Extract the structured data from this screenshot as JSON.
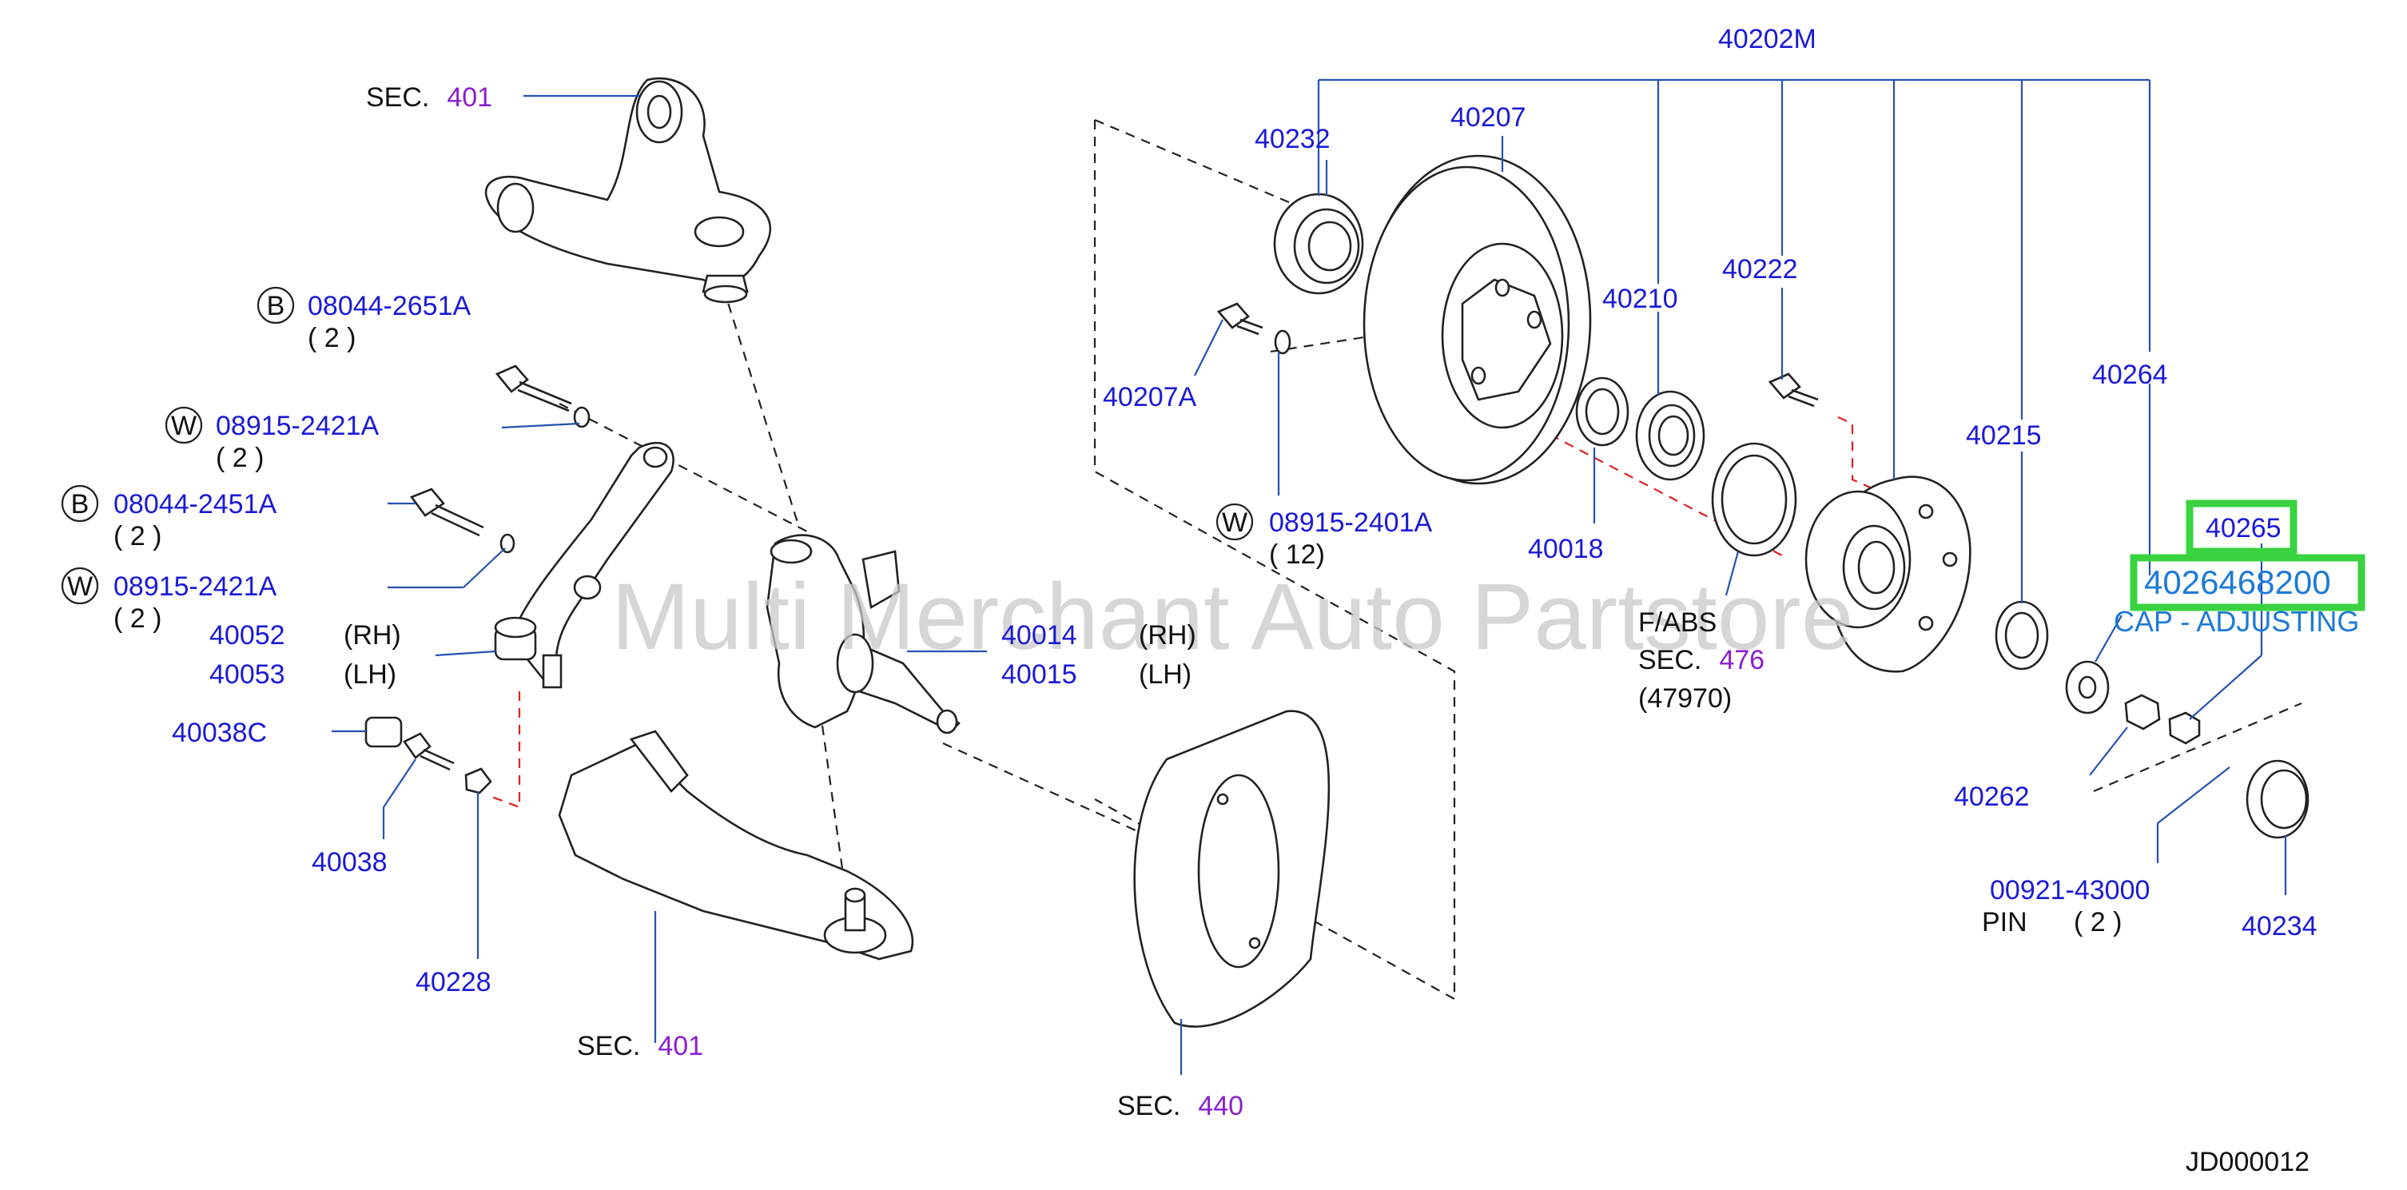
{
  "watermark": "Multi Merchant Auto Partstore",
  "diagram_id": "JD000012",
  "labels": {
    "sec_401_top": {
      "prefix": "SEC.",
      "num": "401"
    },
    "sec_401_bottom": {
      "prefix": "SEC.",
      "num": "401"
    },
    "sec_440": {
      "prefix": "SEC.",
      "num": "440"
    },
    "sec_476": {
      "line1": "F/ABS",
      "prefix": "SEC.",
      "num": "476",
      "sub": "(47970)"
    },
    "bolt_08044_2651A": {
      "badge": "B",
      "code": "08044-2651A",
      "qty": "( 2 )"
    },
    "washer_08915_2421A_a": {
      "badge": "W",
      "code": "08915-2421A",
      "qty": "( 2 )"
    },
    "bolt_08044_2451A": {
      "badge": "B",
      "code": "08044-2451A",
      "qty": "( 2 )"
    },
    "washer_08915_2421A_b": {
      "badge": "W",
      "code": "08915-2421A",
      "qty": "( 2 )"
    },
    "washer_08915_2401A": {
      "badge": "W",
      "code": "08915-2401A",
      "qty": "( 12)"
    },
    "p40052": {
      "code": "40052",
      "side": "(RH)"
    },
    "p40053": {
      "code": "40053",
      "side": "(LH)"
    },
    "p40014": {
      "code": "40014",
      "side": "(RH)"
    },
    "p40015": {
      "code": "40015",
      "side": "(LH)"
    },
    "p40038C": "40038C",
    "p40038": "40038",
    "p40228": "40228",
    "p40232": "40232",
    "p40207": "40207",
    "p40207A": "40207A",
    "p40202M": "40202M",
    "p40210": "40210",
    "p40222": "40222",
    "p40018": "40018",
    "p40264": "40264",
    "p40215": "40215",
    "p40262": "40262",
    "p40234": "40234",
    "p00921_43000": {
      "code": "00921-43000",
      "name": "PIN",
      "qty": "( 2 )"
    },
    "p40265": "40265",
    "highlight_part": "4026468200",
    "highlight_desc": "CAP - ADJUSTING"
  },
  "colors": {
    "part_number": "#1a1ad6",
    "section_number": "#8b1fd0",
    "leader": "#2452b0",
    "highlight_border": "#39d33f",
    "highlight_text": "#1e7ad6",
    "red_dash": "#e02020",
    "watermark": "#c0c0c0"
  }
}
